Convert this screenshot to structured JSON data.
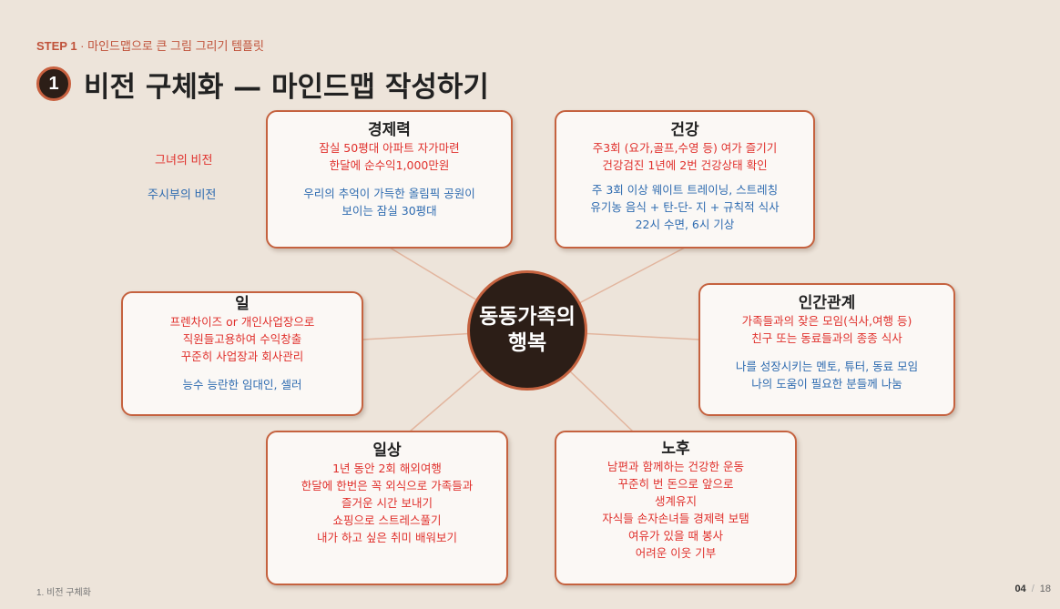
{
  "header": {
    "step_label": "STEP 1",
    "step_rest": " · 마인드맵으로 큰 그림 그리기 템플릿",
    "number": "1",
    "title": "비전 구체화 — 마인드맵 작성하기"
  },
  "legend": {
    "her": "그녀의 비전",
    "his": "주시부의 비전"
  },
  "center": {
    "line1": "동동가족의",
    "line2": "행복"
  },
  "boxes": {
    "wealth": {
      "title": "경제력",
      "red": [
        "잠실 50평대 아파트 자가마련",
        "한달에 순수익1,000만원"
      ],
      "blue": [
        "우리의 추억이 가득한 올림픽 공원이",
        "보이는 잠실 30평대"
      ]
    },
    "health": {
      "title": "건강",
      "red": [
        "주3회 (요가,골프,수영 등) 여가 즐기기",
        "건강검진 1년에 2번 건강상태 확인"
      ],
      "blue": [
        "주 3회 이상 웨이트 트레이닝, 스트레칭",
        "유기농 음식 + 탄-단- 지 + 규칙적 식사",
        "22시 수면, 6시 기상"
      ]
    },
    "work": {
      "title": "일",
      "red": [
        "프렌차이즈 or 개인사업장으로",
        "직원들고용하여 수익창출",
        "꾸준히 사업장과 회사관리"
      ],
      "blue": [
        "능수 능란한 임대인, 셀러"
      ]
    },
    "relations": {
      "title": "인간관계",
      "red": [
        "가족들과의 잦은 모임(식사,여행 등)",
        "친구 또는 동료들과의 종종 식사"
      ],
      "blue": [
        "나를 성장시키는 멘토, 튜터, 동료 모임",
        "나의 도움이 필요한 분들께 나눔"
      ]
    },
    "daily": {
      "title": "일상",
      "red": [
        "1년 동안 2회 해외여행",
        "한달에 한번은 꼭 외식으로 가족들과",
        "즐거운 시간 보내기",
        "쇼핑으로 스트레스풀기",
        "내가 하고 싶은 취미 배워보기"
      ],
      "blue": []
    },
    "retirement": {
      "title": "노후",
      "red": [
        "남편과 함께하는 건강한 운동",
        "꾸준히 번 돈으로 앞으로",
        "생계유지",
        "자식들 손자손녀들 경제력 보탬",
        "여유가 있을 때 봉사",
        "어려운 이웃 기부"
      ],
      "blue": []
    }
  },
  "footer": {
    "section": "1. 비전 구체화",
    "page": "04",
    "separator": "/",
    "total": "18"
  },
  "colors": {
    "background": "#ede4da",
    "accent": "#c5623f",
    "her_red": "#e0302c",
    "his_blue": "#2e6bb0",
    "center_fill": "#2c1e17"
  }
}
